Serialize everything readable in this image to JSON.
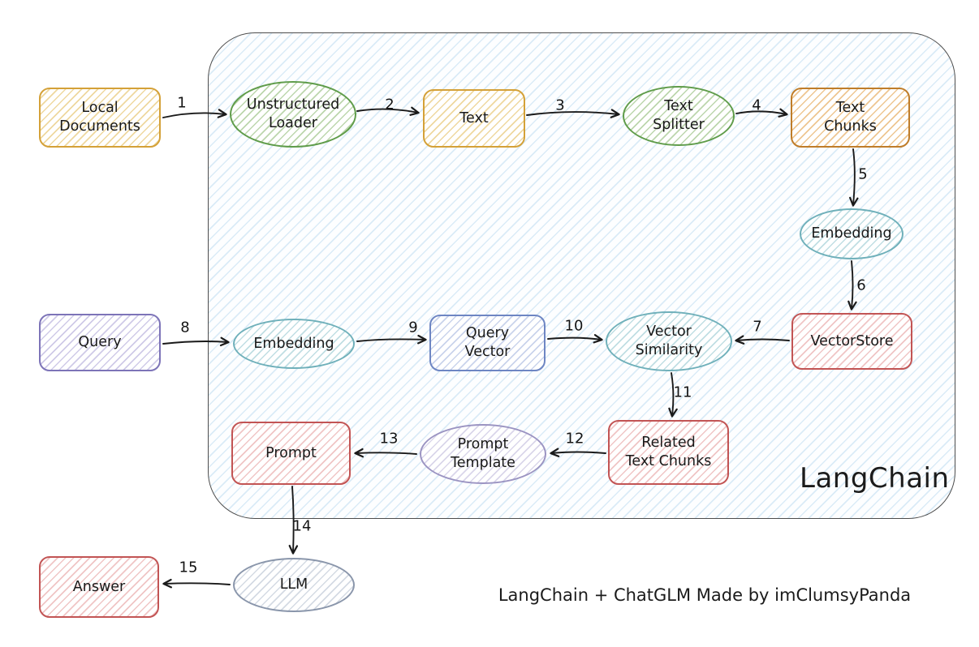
{
  "container": {
    "label": "LangChain"
  },
  "caption": {
    "text": "LangChain + ChatGLM Made by imClumsyPanda"
  },
  "nodes": {
    "local_documents": {
      "label": "Local\nDocuments",
      "shape": "rect",
      "color": "#d4a138"
    },
    "unstructured_loader": {
      "label": "Unstructured\nLoader",
      "shape": "ellipse",
      "color": "#5f9c4a"
    },
    "text": {
      "label": "Text",
      "shape": "rect",
      "color": "#d4a138"
    },
    "text_splitter": {
      "label": "Text\nSplitter",
      "shape": "ellipse",
      "color": "#5f9c4a"
    },
    "text_chunks": {
      "label": "Text\nChunks",
      "shape": "rect",
      "color": "#bf7d2a"
    },
    "embedding_docs": {
      "label": "Embedding",
      "shape": "ellipse",
      "color": "#6fb0ba"
    },
    "vectorstore": {
      "label": "VectorStore",
      "shape": "rect",
      "color": "#c25454"
    },
    "query": {
      "label": "Query",
      "shape": "rect",
      "color": "#7d74b8"
    },
    "embedding_query": {
      "label": "Embedding",
      "shape": "ellipse",
      "color": "#6fb0ba"
    },
    "query_vector": {
      "label": "Query\nVector",
      "shape": "rect",
      "color": "#6e86c3"
    },
    "vector_similarity": {
      "label": "Vector\nSimilarity",
      "shape": "ellipse",
      "color": "#6fb0ba"
    },
    "related_text_chunks": {
      "label": "Related\nText Chunks",
      "shape": "rect",
      "color": "#c25454"
    },
    "prompt_template": {
      "label": "Prompt\nTemplate",
      "shape": "ellipse",
      "color": "#9b94c2"
    },
    "prompt": {
      "label": "Prompt",
      "shape": "rect",
      "color": "#c25454"
    },
    "llm": {
      "label": "LLM",
      "shape": "ellipse",
      "color": "#8a96ab"
    },
    "answer": {
      "label": "Answer",
      "shape": "rect",
      "color": "#c25454"
    }
  },
  "edges": {
    "e1": {
      "label": "1",
      "from": "local_documents",
      "to": "unstructured_loader"
    },
    "e2": {
      "label": "2",
      "from": "unstructured_loader",
      "to": "text"
    },
    "e3": {
      "label": "3",
      "from": "text",
      "to": "text_splitter"
    },
    "e4": {
      "label": "4",
      "from": "text_splitter",
      "to": "text_chunks"
    },
    "e5": {
      "label": "5",
      "from": "text_chunks",
      "to": "embedding_docs"
    },
    "e6": {
      "label": "6",
      "from": "embedding_docs",
      "to": "vectorstore"
    },
    "e7": {
      "label": "7",
      "from": "vectorstore",
      "to": "vector_similarity"
    },
    "e8": {
      "label": "8",
      "from": "query",
      "to": "embedding_query"
    },
    "e9": {
      "label": "9",
      "from": "embedding_query",
      "to": "query_vector"
    },
    "e10": {
      "label": "10",
      "from": "query_vector",
      "to": "vector_similarity"
    },
    "e11": {
      "label": "11",
      "from": "vector_similarity",
      "to": "related_text_chunks"
    },
    "e12": {
      "label": "12",
      "from": "related_text_chunks",
      "to": "prompt_template"
    },
    "e13": {
      "label": "13",
      "from": "prompt_template",
      "to": "prompt"
    },
    "e14": {
      "label": "14",
      "from": "prompt",
      "to": "llm"
    },
    "e15": {
      "label": "15",
      "from": "llm",
      "to": "answer"
    }
  },
  "colors": {
    "yellow": "#d4a138",
    "green": "#5f9c4a",
    "orange": "#bf7d2a",
    "teal": "#6fb0ba",
    "red": "#c25454",
    "purple": "#7d74b8",
    "blue": "#6e86c3",
    "lavender": "#9b94c2",
    "gray_blue": "#8a96ab",
    "container_hatch": "#97c7e8",
    "arrow": "#1a1a1a"
  }
}
